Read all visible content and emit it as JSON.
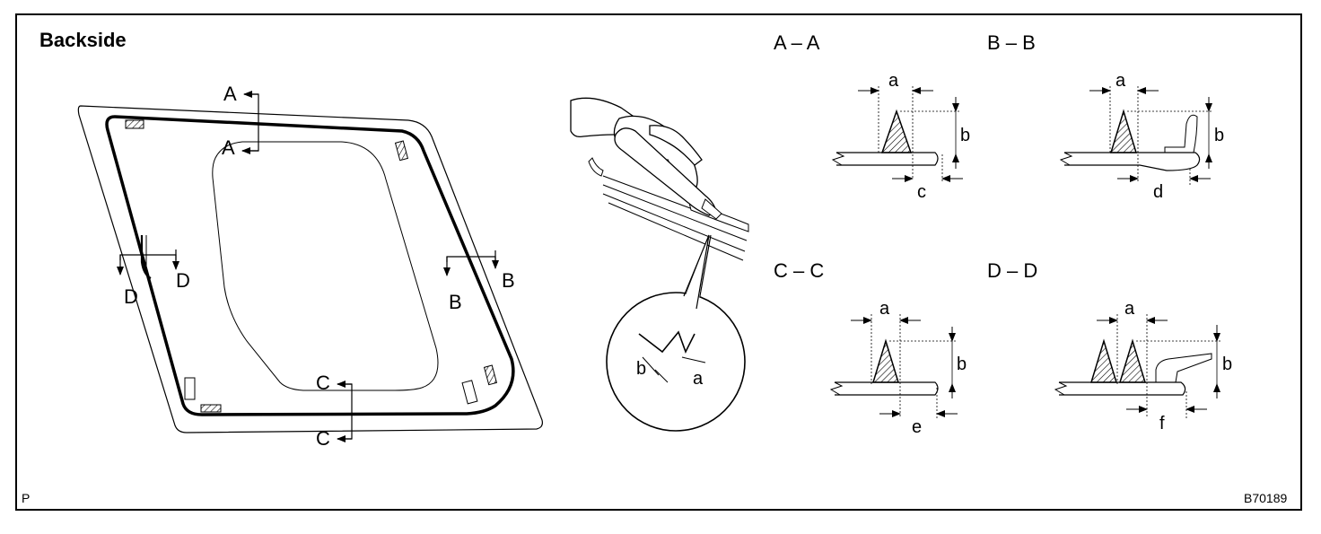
{
  "title": "Backside",
  "code": "B70189",
  "corner_mark": "P",
  "cut_labels": {
    "a_top": "A",
    "a_bottom": "A",
    "b_left": "B",
    "b_right": "B",
    "c_top": "C",
    "c_bottom": "C",
    "d_left": "D",
    "d_right": "D"
  },
  "bead_detail": {
    "dim_b": "b",
    "dim_a": "a"
  },
  "sections": [
    {
      "title": "A – A",
      "dims": [
        "a",
        "b",
        "c"
      ]
    },
    {
      "title": "B – B",
      "dims": [
        "a",
        "b",
        "d"
      ]
    },
    {
      "title": "C – C",
      "dims": [
        "a",
        "b",
        "e"
      ]
    },
    {
      "title": "D – D",
      "dims": [
        "a",
        "b",
        "f"
      ]
    }
  ]
}
